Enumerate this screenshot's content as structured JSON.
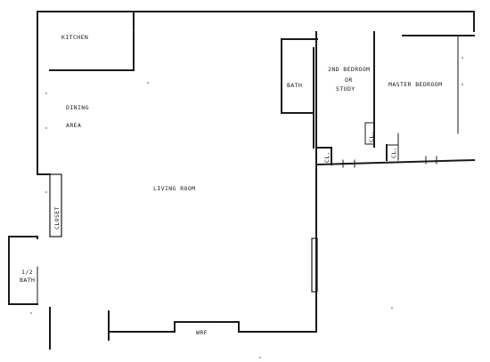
{
  "rooms": {
    "kitchen": "KITCHEN",
    "dining_line1": "DINING",
    "dining_line2": "AREA",
    "bath": "BATH",
    "second_bedroom_line1": "2ND BEDROOM",
    "second_bedroom_line2": "OR",
    "second_bedroom_line3": "STUDY",
    "master_bedroom": "MASTER BEDROOM",
    "living_room": "LIVING ROOM",
    "closet": "CLOSET",
    "half_bath_line1": "1/2",
    "half_bath_line2": "BATH",
    "closet_small_1": "CL.",
    "closet_small_2": "CL.",
    "closet_small_3": "CL.",
    "entry": "WRF"
  },
  "colors": {
    "line": "#1a1a1a",
    "background": "#ffffff"
  }
}
